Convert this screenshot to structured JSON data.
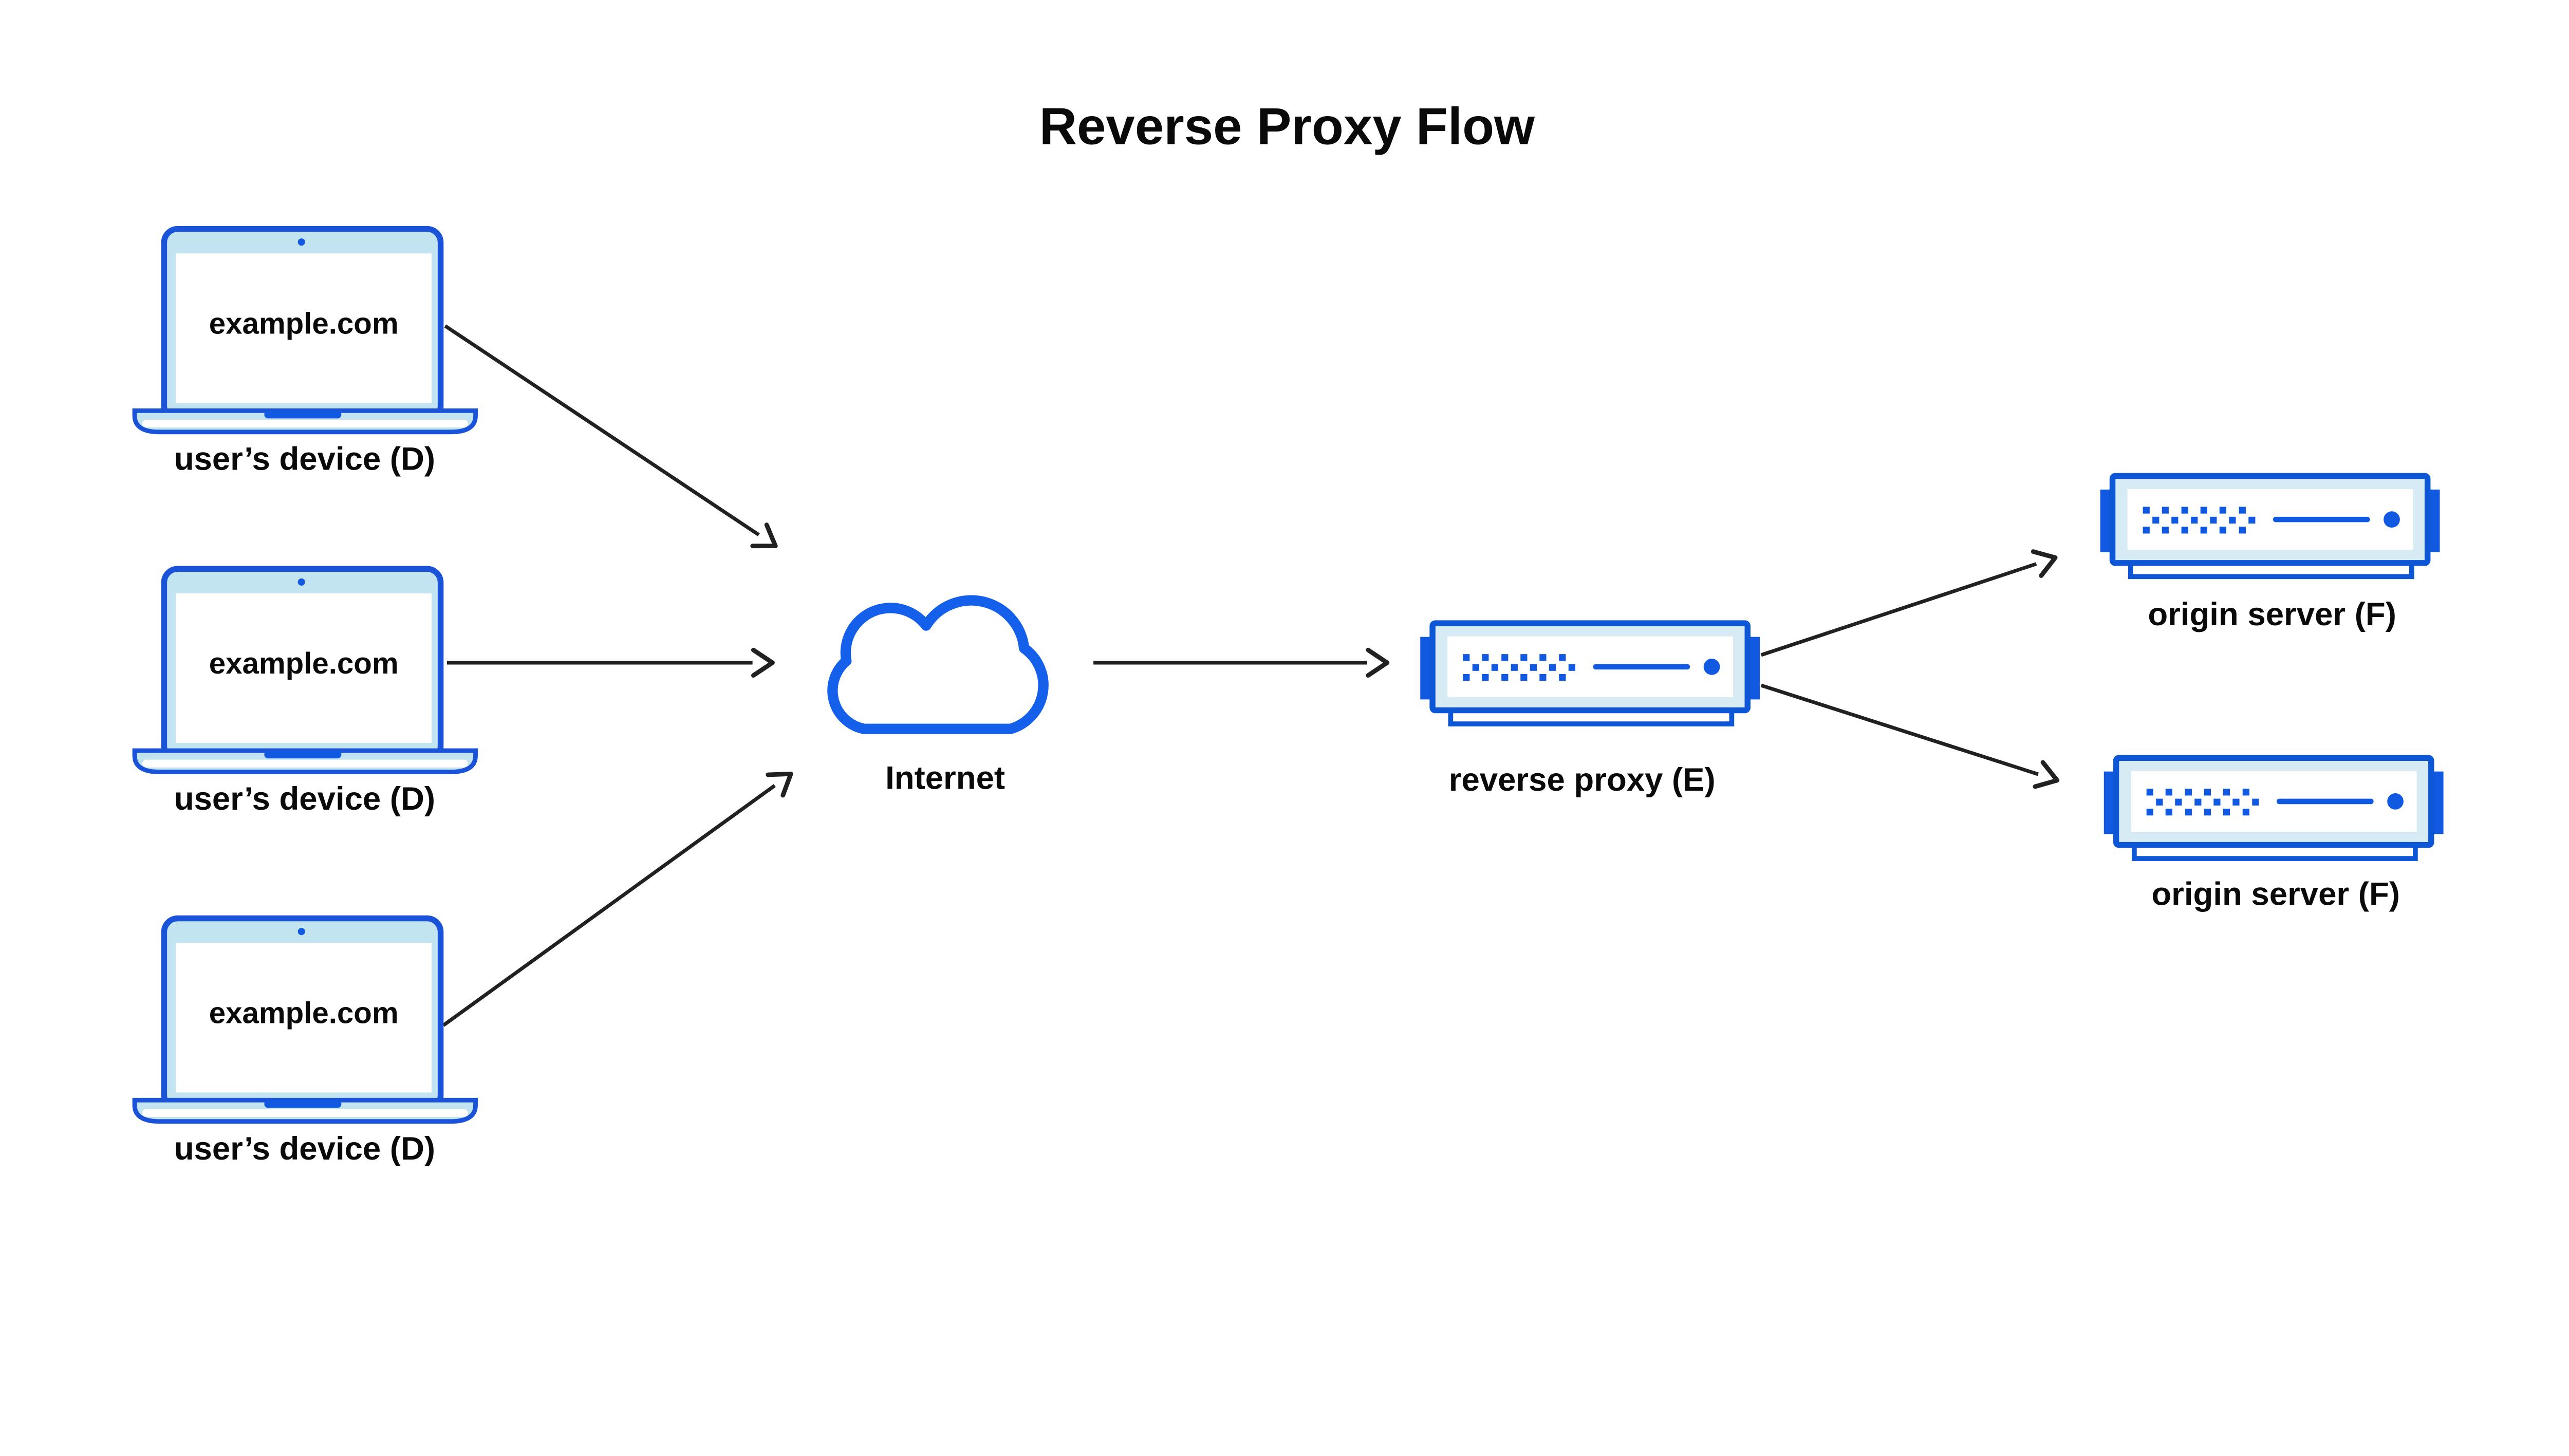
{
  "title": "Reverse Proxy Flow",
  "colors": {
    "canvas-bg": "#ffffff",
    "laptop-stroke": "#1a53d8",
    "laptop-fill": "#c2e4f0",
    "accent-blue": "#1159e0",
    "cloud-stroke": "#1560eb",
    "server-stroke": "#0d56d6",
    "server-fill": "#d6ebf4",
    "arrow-color": "#212121",
    "text-color": "#0a0a0a"
  },
  "nodes": {
    "device1": {
      "screen_text": "example.com",
      "label": "user’s device (D)"
    },
    "device2": {
      "screen_text": "example.com",
      "label": "user’s device (D)"
    },
    "device3": {
      "screen_text": "example.com",
      "label": "user’s device (D)"
    },
    "internet": {
      "label": "Internet"
    },
    "reverse_proxy": {
      "label": "reverse proxy (E)"
    },
    "origin_server_1": {
      "label": "origin server (F)"
    },
    "origin_server_2": {
      "label": "origin server (F)"
    }
  },
  "edges": [
    {
      "from": "user’s device (D) #1",
      "to": "Internet"
    },
    {
      "from": "user’s device (D) #2",
      "to": "Internet"
    },
    {
      "from": "user’s device (D) #3",
      "to": "Internet"
    },
    {
      "from": "Internet",
      "to": "reverse proxy (E)"
    },
    {
      "from": "reverse proxy (E)",
      "to": "origin server (F) #1"
    },
    {
      "from": "reverse proxy (E)",
      "to": "origin server (F) #2"
    }
  ]
}
